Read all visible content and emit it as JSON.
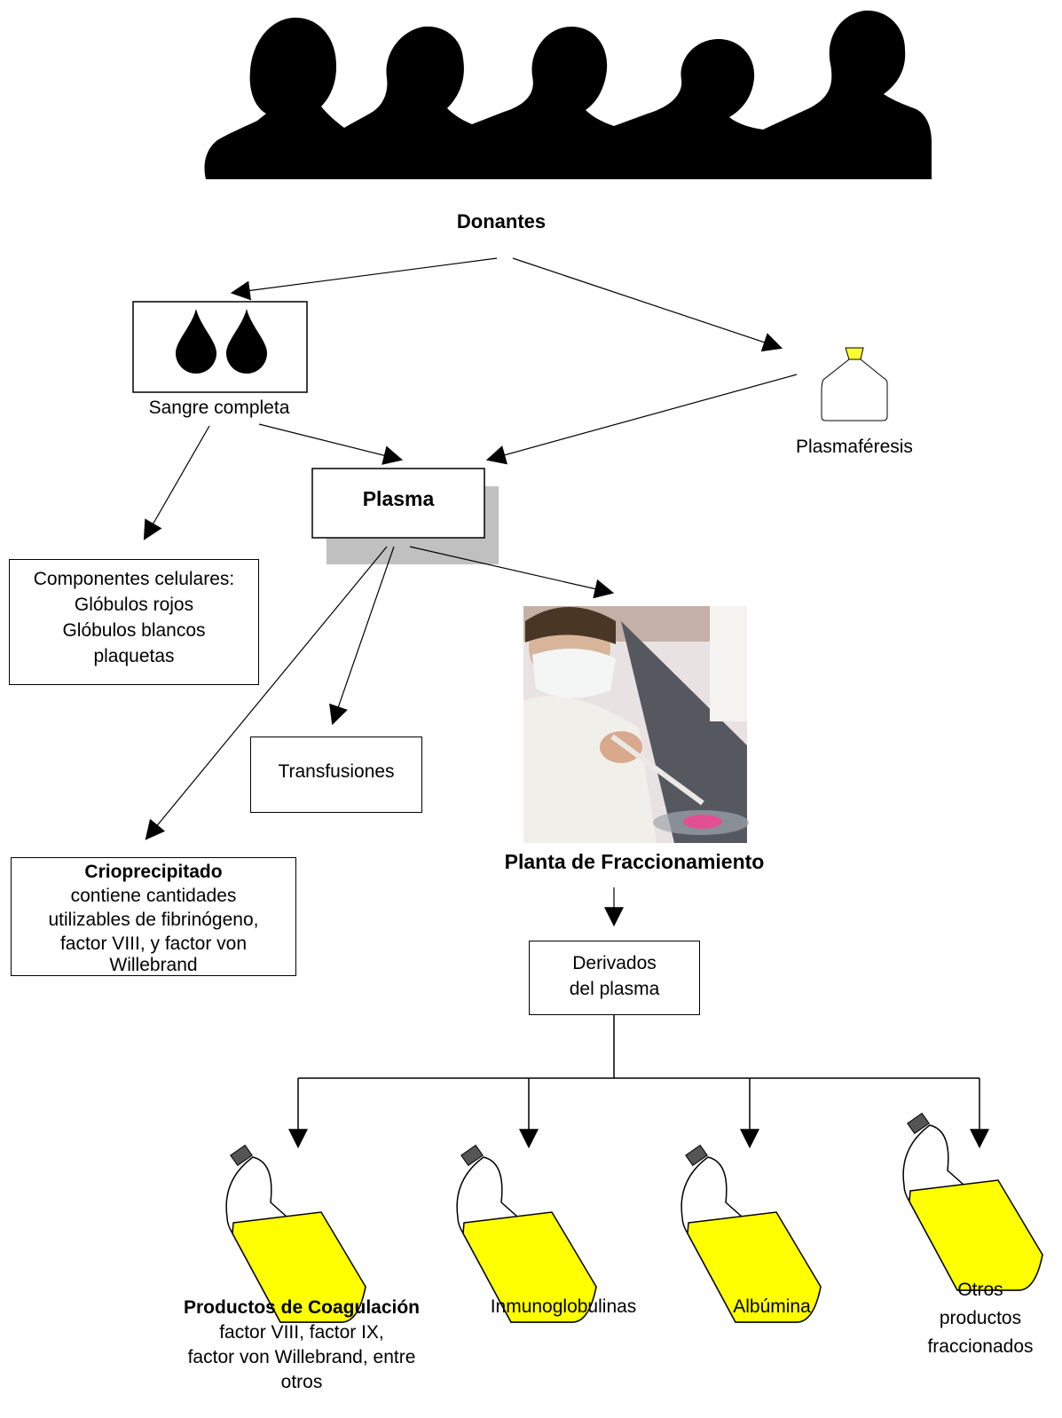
{
  "donors": {
    "label": "Donantes"
  },
  "whole_blood": {
    "label": "Sangre completa"
  },
  "plasmapheresis": {
    "label": "Plasmaféresis"
  },
  "plasma": {
    "label": "Plasma"
  },
  "cellular": {
    "title": "Componentes celulares:",
    "items": [
      "Glóbulos rojos",
      "Glóbulos blancos",
      "plaquetas"
    ]
  },
  "transfusions": {
    "label": "Transfusiones"
  },
  "cryo": {
    "title": "Crioprecipitado",
    "lines": [
      "contiene cantidades",
      "utilizables de fibrinógeno,",
      "factor VIII, y factor von",
      "Willebrand"
    ]
  },
  "plant": {
    "label": "Planta de Fraccionamiento"
  },
  "derivatives": {
    "lines": [
      "Derivados",
      "del plasma"
    ]
  },
  "products": [
    {
      "title": "Productos de Coagulación",
      "lines": [
        "factor VIII, factor IX,",
        "factor von Willebrand, entre",
        "otros"
      ]
    },
    {
      "title": "",
      "lines": [
        "Inmunoglobulinas"
      ]
    },
    {
      "title": "",
      "lines": [
        "Albúmina"
      ]
    },
    {
      "title": "",
      "lines": [
        "Otros",
        "productos",
        "fraccionados"
      ]
    }
  ],
  "colors": {
    "liquid": "#ffff00",
    "shadow": "#c0c0c0",
    "cap": "#ffff33"
  }
}
